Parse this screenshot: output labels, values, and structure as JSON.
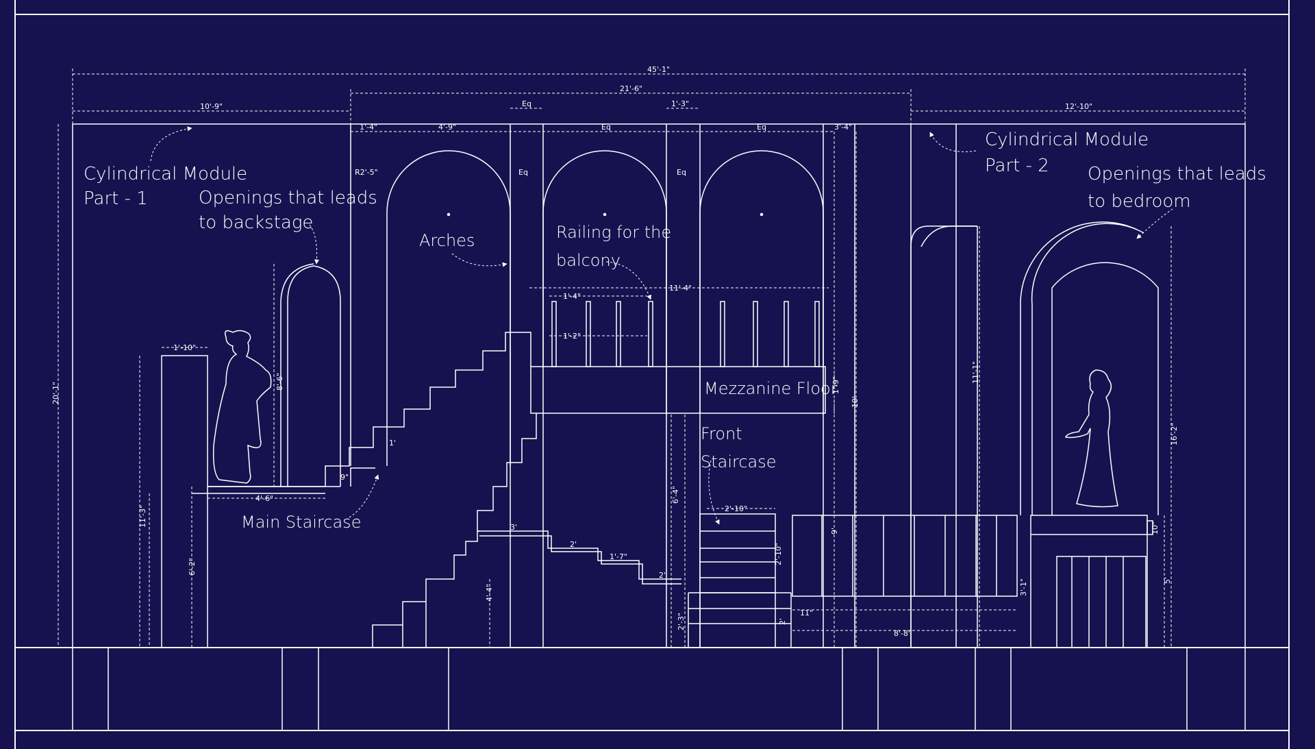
{
  "colors": {
    "background": "#16124f",
    "line": "#ffffff"
  },
  "labels": {
    "cyl_module_1_line1": "Cylindrical Module",
    "cyl_module_1_line2": "Part - 1",
    "openings_backstage_line1": "Openings that leads",
    "openings_backstage_line2": "to backstage",
    "arches": "Arches",
    "railing_line1": "Railing for the",
    "railing_line2": "balcony",
    "mezzanine": "Mezzanine Floor",
    "front_staircase_line1": "Front",
    "front_staircase_line2": "Staircase",
    "main_staircase": "Main Staircase",
    "cyl_module_2_line1": "Cylindrical Module",
    "cyl_module_2_line2": "Part - 2",
    "openings_bedroom_line1": "Openings that leads",
    "openings_bedroom_line2": "to bedroom"
  },
  "dimensions": {
    "overall_width": "45'-1\"",
    "center_width": "21'-6\"",
    "left_module": "10'-9\"",
    "right_module": "12'-10\"",
    "eq": "Eq",
    "col_1_3": "1'-3\"",
    "gap_1_4": "1'-4\"",
    "arch_4_9": "4'-9\"",
    "right_3_4": "3'-4\"",
    "radius": "R2'-5\"",
    "balcony_11_4": "11'-4\"",
    "baluster_1_4": "1'-4\"",
    "baluster_1_2": "1'-2\"",
    "pillar_1_10": "1'-10\"",
    "height_20_1": "20'-1\"",
    "door_8_6": "8'-6\"",
    "landing_4_6": "4'-6\"",
    "riser_9": "9\"",
    "tread_1": "1'",
    "height_11_3": "11'-3\"",
    "height_6_2": "6'-2\"",
    "mezz_1_9": "1'-9\"",
    "mezz_10": "10'",
    "height_6_4": "6'-4\"",
    "front_2_10": "2'-10\"",
    "front_h_2_10": "2'-10\"",
    "step_3": "3'",
    "step_2": "2'",
    "step_1_7": "1'-7\"",
    "step_2b": "2'",
    "height_4_4": "4'-4\"",
    "height_2_3": "2'-3\"",
    "plat_11": "11\"",
    "plat_8_8": "8'-8\"",
    "plat_9": "9'",
    "plat_2": "2'",
    "right_11_1": "11'-1\"",
    "right_16_2": "16'-2\"",
    "right_3_1": "3'-1\"",
    "right_10": "10\"",
    "right_5": "5'"
  }
}
